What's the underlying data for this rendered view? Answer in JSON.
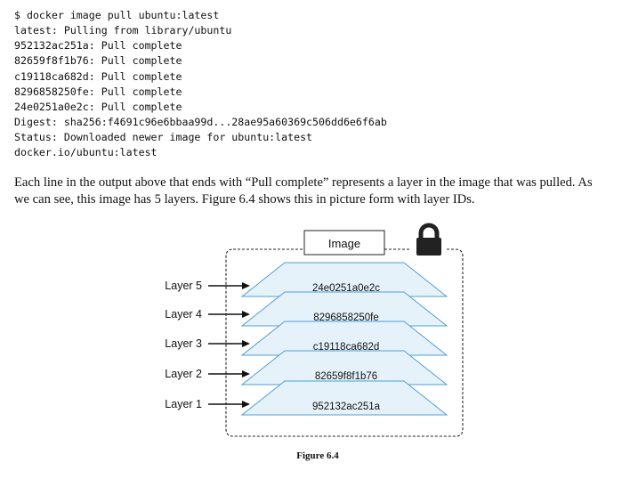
{
  "terminal": {
    "lines": [
      "$ docker image pull ubuntu:latest",
      "latest: Pulling from library/ubuntu",
      "952132ac251a: Pull complete",
      "82659f8f1b76: Pull complete",
      "c19118ca682d: Pull complete",
      "8296858250fe: Pull complete",
      "24e0251a0e2c: Pull complete",
      "Digest: sha256:f4691c96e6bbaa99d...28ae95a60369c506dd6e6f6ab",
      "Status: Downloaded newer image for ubuntu:latest",
      "docker.io/ubuntu:latest"
    ]
  },
  "paragraph": {
    "line1": "Each line in the output above that ends with “Pull complete” represents a layer in the image that was pulled. As",
    "line2": "we can see, this image has 5 layers. Figure 6.4 shows this in picture form with layer IDs."
  },
  "figure": {
    "image_label": "Image",
    "lock_icon": "padlock-icon",
    "layers": [
      {
        "label": "Layer 5",
        "id": "24e0251a0e2c"
      },
      {
        "label": "Layer 4",
        "id": "8296858250fe"
      },
      {
        "label": "Layer 3",
        "id": "c19118ca682d"
      },
      {
        "label": "Layer 2",
        "id": "82659f8f1b76"
      },
      {
        "label": "Layer 1",
        "id": "952132ac251a"
      }
    ],
    "colors": {
      "layer_fill": "#e6f2fa",
      "layer_stroke": "#4e9fd6",
      "lock": "#222222"
    }
  },
  "caption": "Figure 6.4"
}
